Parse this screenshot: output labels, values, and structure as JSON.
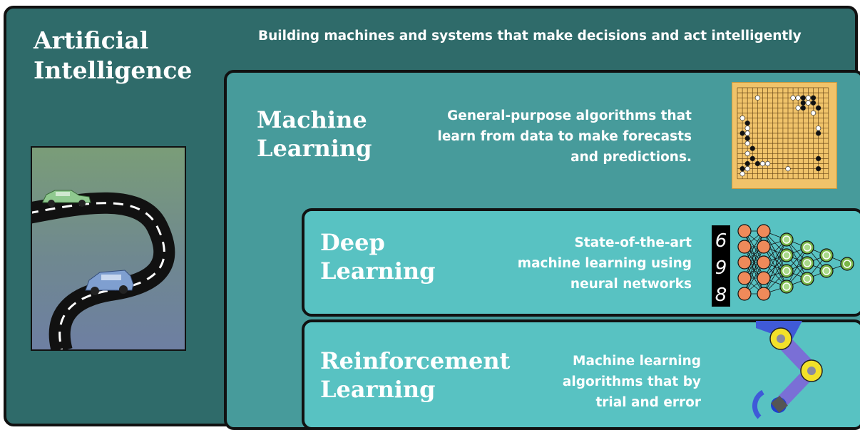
{
  "ai": {
    "title_line1": "Artificial",
    "title_line2": "Intelligence",
    "description": "Building machines and systems that make decisions and act intelligently"
  },
  "ml": {
    "title_line1": "Machine",
    "title_line2": "Learning",
    "desc_line1": "General-purpose algorithms that",
    "desc_line2": "learn from data to make forecasts",
    "desc_line3": "and predictions."
  },
  "dl": {
    "title_line1": "Deep",
    "title_line2": "Learning",
    "desc_line1": "State-of-the-art",
    "desc_line2": "machine learning using",
    "desc_line3": "neural networks",
    "digits": [
      "6",
      "9",
      "8"
    ]
  },
  "rl": {
    "title_line1": "Reinforcement",
    "title_line2": "Learning",
    "desc_line1": "Machine learning",
    "desc_line2": "algorithms that by",
    "desc_line3": "trial and  error"
  },
  "colors": {
    "ai_panel": "#2f6b6a",
    "ml_panel": "#479b9b",
    "dl_panel": "#58c2c2",
    "rl_panel": "#58c2c2",
    "neuron_input": "#ef8a5a",
    "neuron_hidden": "#7ab648"
  }
}
